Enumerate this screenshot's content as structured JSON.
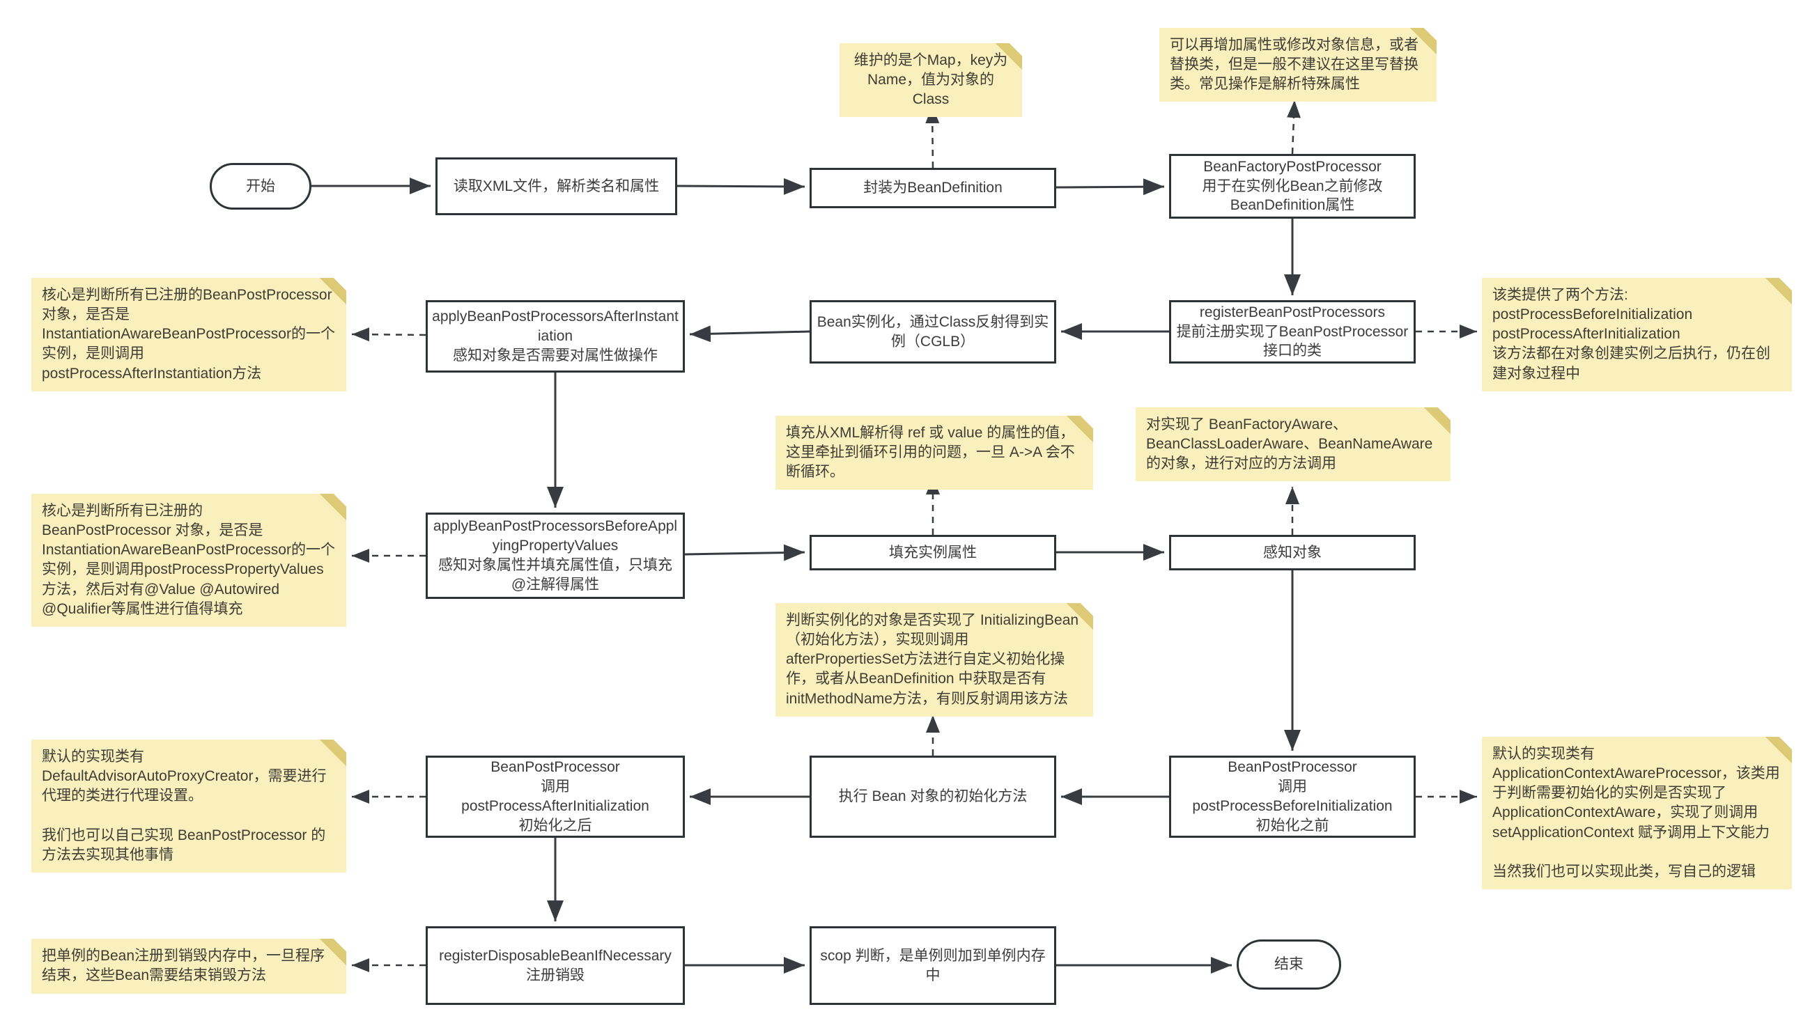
{
  "colors": {
    "note_background": "#faf0bd",
    "note_fold": "#ddca77",
    "node_border": "#2e3338",
    "edge": "#383c40",
    "text": "#3c3c3c"
  },
  "nodes": {
    "start": "开始",
    "read_xml": "读取XML文件，解析类名和属性",
    "wrap_bean_definition": "封装为BeanDefinition",
    "bean_factory_post_processor": "BeanFactoryPostProcessor\n用于在实例化Bean之前修改\nBeanDefinition属性",
    "apply_after_instantiation": "applyBeanPostProcessorsAfterInstantiation\n感知对象是否需要对属性做操作",
    "bean_instantiate": "Bean实例化，通过Class反射得到实例（CGLB）",
    "register_bean_post_processors": "registerBeanPostProcessors\n提前注册实现了BeanPostProcessor\n接口的类",
    "apply_before_applying_property_values": "applyBeanPostProcessorsBeforeApplyingPropertyValues\n感知对象属性并填充属性值，只填充@注解得属性",
    "fill_instance_properties": "填充实例属性",
    "aware_object": "感知对象",
    "bpp_after_initialization": "BeanPostProcessor\n调用\npostProcessAfterInitialization\n初始化之后",
    "execute_init_method": "执行 Bean 对象的初始化方法",
    "bpp_before_initialization": "BeanPostProcessor\n调用\npostProcessBeforeInitialization\n初始化之前",
    "register_disposable_bean": "registerDisposableBeanIfNecessary\n注册销毁",
    "scope_judge": "scop 判断，是单例则加到单例内存中",
    "end": "结束"
  },
  "notes": {
    "map_note": "维护的是个Map，key为Name，值为对象的Class",
    "modify_note": "可以再增加属性或修改对象信息，或者替换类，但是一般不建议在这里写替换类。常见操作是解析特殊属性",
    "after_instantiation_note": "核心是判断所有已注册的BeanPostProcessor对象，是否是InstantiationAwareBeanPostProcessor的一个实例，是则调用 postProcessAfterInstantiation方法",
    "two_methods_note": "该类提供了两个方法:\npostProcessBeforeInitialization\npostProcessAfterInitialization\n该方法都在对象创建实例之后执行，仍在创建对象过程中",
    "fill_xml_note": "填充从XML解析得 ref 或 value 的属性的值，这里牵扯到循环引用的问题，一旦 A->A 会不断循环。",
    "aware_note": "对实现了 BeanFactoryAware、BeanClassLoaderAware、BeanNameAware的对象，进行对应的方法调用",
    "property_values_note": "核心是判断所有已注册的 BeanPostProcessor 对象，是否是InstantiationAwareBeanPostProcessor的一个实例，是则调用postProcessPropertyValues方法，然后对有@Value @Autowired @Qualifier等属性进行值得填充",
    "initializing_note": "判断实例化的对象是否实现了 InitializingBean（初始化方法），实现则调用 afterPropertiesSet方法进行自定义初始化操作，或者从BeanDefinition 中获取是否有 initMethodName方法，有则反射调用该方法",
    "default_advisor_note": "默认的实现类有 DefaultAdvisorAutoProxyCreator，需要进行代理的类进行代理设置。\n\n我们也可以自己实现 BeanPostProcessor 的方法去实现其他事情",
    "app_context_note": "默认的实现类有 ApplicationContextAwareProcessor，该类用于判断需要初始化的实例是否实现了 ApplicationContextAware，实现了则调用 setApplicationContext 赋予调用上下文能力\n\n当然我们也可以实现此类，写自己的逻辑",
    "disposable_note": "把单例的Bean注册到销毁内存中，一旦程序结束，这些Bean需要结束销毁方法"
  }
}
